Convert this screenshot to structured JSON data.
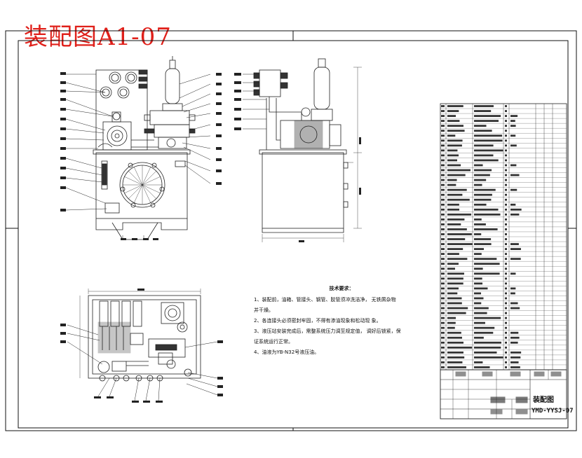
{
  "title": "装配图A1-07",
  "notes": {
    "heading": "技术要求：",
    "lines": [
      "1、装配前，油箱、管接头、钢管、胶管须冲洗洁净，    无铁屑杂物",
      "    并干燥。",
      "2、各连接头必须密封牢固，不得有渗油现象和松动现    象。",
      "3、液压站安装完成后，需整系统压力调至规定值，    调好后锁紧，保",
      "    证系统运行正常。",
      "4、油液为YB-N32号液压油。"
    ]
  },
  "title_block": {
    "drawing_name": "装配图",
    "drawing_code": "YMD-YYSJ-07"
  },
  "colors": {
    "title": "#e0201a",
    "line": "#222222",
    "paper": "#ffffff"
  }
}
